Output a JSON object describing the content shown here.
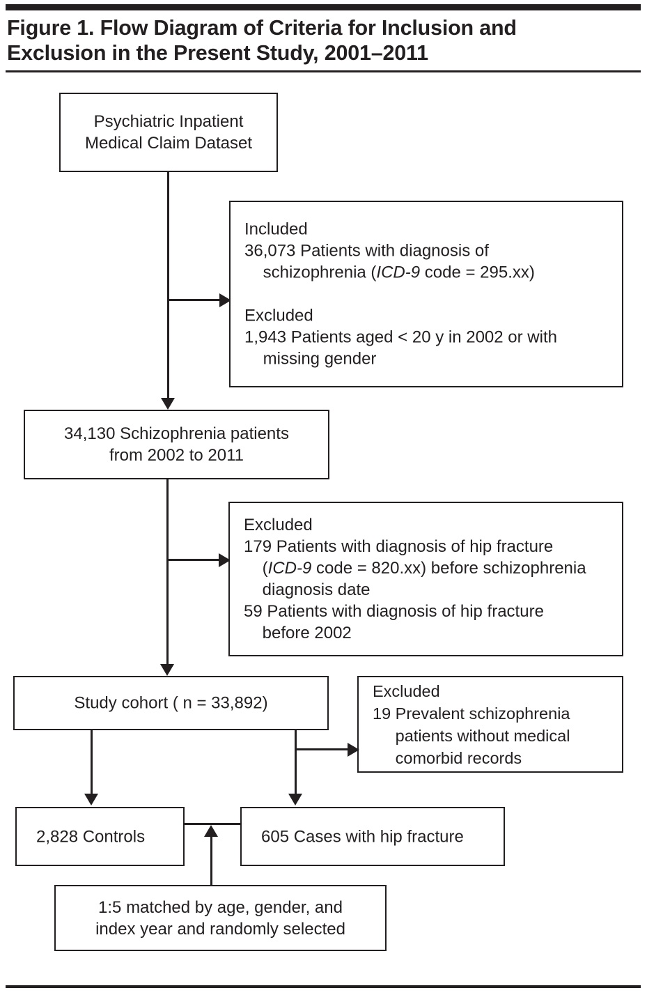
{
  "figure": {
    "title_line1": "Figure 1. Flow Diagram of Criteria for Inclusion and",
    "title_line2": "Exclusion in the Present Study, 2001–2011"
  },
  "boxes": {
    "dataset": {
      "line1": "Psychiatric Inpatient",
      "line2": "Medical Claim Dataset"
    },
    "included_excluded": {
      "included_heading": "Included",
      "included_line1": "36,073 Patients with diagnosis of",
      "included_line2_pre": "    schizophrenia (",
      "included_line2_italic": "ICD-9",
      "included_line2_post": " code = 295.xx)",
      "excluded_heading": "Excluded",
      "excluded_line1": "1,943 Patients aged < 20 y in 2002 or with",
      "excluded_line2": "    missing gender"
    },
    "cohort_2002_2011": {
      "line1": "34,130 Schizophrenia patients",
      "line2": "from 2002 to 2011"
    },
    "excluded_hip": {
      "heading": "Excluded",
      "line1": "179 Patients with diagnosis of hip fracture",
      "line2_pre": "    (",
      "line2_italic": "ICD-9",
      "line2_post": " code = 820.xx) before schizophrenia",
      "line3": "    diagnosis date",
      "line4": "59 Patients with diagnosis of hip fracture",
      "line5": "    before 2002"
    },
    "study_cohort": {
      "line1": "Study cohort ( n = 33,892)"
    },
    "excluded_prevalent": {
      "heading": "Excluded",
      "line1": "19 Prevalent schizophrenia",
      "line2": "     patients without medical",
      "line3": "     comorbid records"
    },
    "controls": {
      "line1": "2,828 Controls"
    },
    "cases": {
      "line1": "605 Cases with hip fracture"
    },
    "matching": {
      "line1": "1:5 matched by age, gender, and",
      "line2": "index year and randomly selected"
    }
  },
  "colors": {
    "ink": "#231f20",
    "paper": "#ffffff"
  }
}
